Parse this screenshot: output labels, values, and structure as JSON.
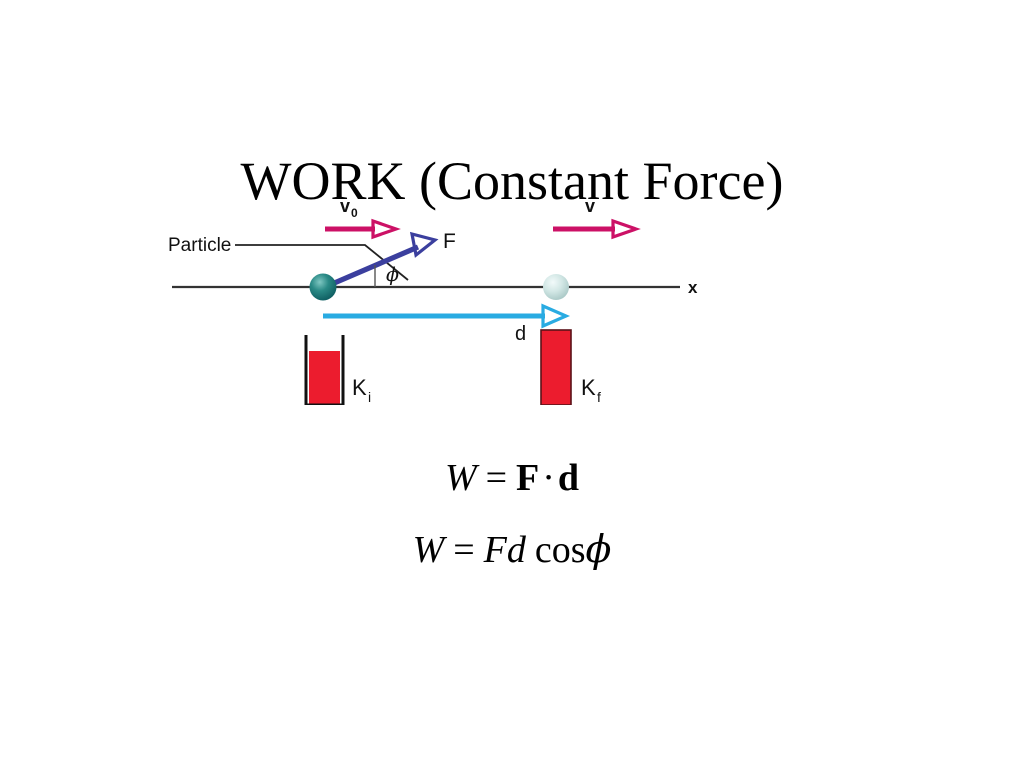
{
  "slide": {
    "title": "WORK (Constant Force)",
    "background_color": "#ffffff"
  },
  "figure": {
    "name": "work-constant-force-diagram",
    "axis_label": "x",
    "particle_label": "Particle",
    "initial_velocity_label": "v",
    "initial_velocity_subscript": "0",
    "final_velocity_label": "v",
    "force_label": "F",
    "angle_label": "ϕ",
    "displacement_label": "d",
    "initial_energy_label": "K",
    "initial_energy_subscript": "i",
    "final_energy_label": "K",
    "final_energy_subscript": "f",
    "colors": {
      "velocity_arrow": "#cc1166",
      "force_arrow": "#3b3f9e",
      "displacement_arrow": "#29abe2",
      "initial_particle": "#18757a",
      "final_particle": "#bcd9d8",
      "energy_bar_fill": "#ec1c2e",
      "axis_line": "#333333",
      "text": "#000000"
    }
  },
  "equations": {
    "eq1": {
      "W": "W",
      "equals": "=",
      "F": "F",
      "dot": "·",
      "d": "d",
      "plain": "W = F · d"
    },
    "eq2": {
      "W": "W",
      "equals": "=",
      "F": "F",
      "d": "d",
      "cos": "cos",
      "phi": "ϕ",
      "plain": "W = Fd cosϕ"
    }
  }
}
